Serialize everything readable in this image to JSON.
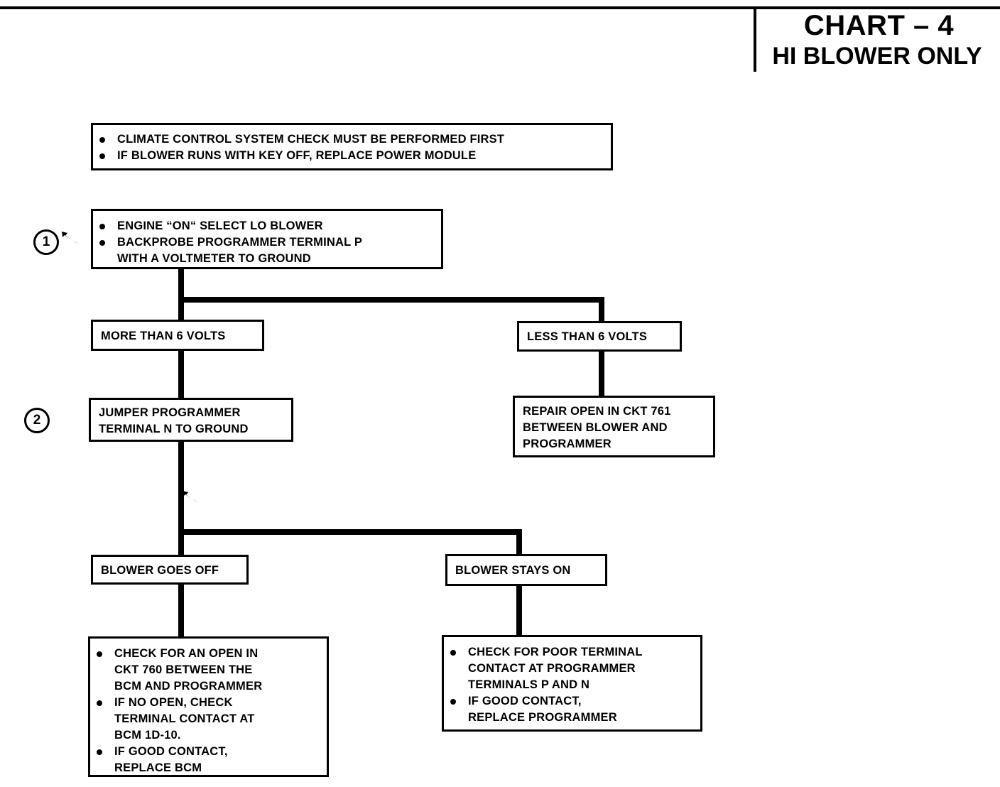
{
  "header": {
    "title": "CHART – 4",
    "subtitle": "HI BLOWER ONLY"
  },
  "chart_data": {
    "type": "diagram",
    "title": "CHART – 4 HI BLOWER ONLY",
    "nodes": [
      {
        "id": "prereq",
        "kind": "note-box",
        "bullets": [
          [
            "CLIMATE CONTROL SYSTEM CHECK MUST BE  PERFORMED FIRST"
          ],
          [
            "IF BLOWER RUNS WITH KEY OFF, REPLACE POWER MODULE"
          ]
        ]
      },
      {
        "id": "step1",
        "kind": "action-box",
        "step": "1",
        "bullets": [
          [
            "ENGINE “ON“ SELECT LO BLOWER"
          ],
          [
            "BACKPROBE  PROGRAMMER TERMINAL P",
            "WITH A VOLTMETER TO GROUND"
          ]
        ]
      },
      {
        "id": "more6",
        "kind": "result-label",
        "text": "MORE THAN 6 VOLTS"
      },
      {
        "id": "less6",
        "kind": "result-label",
        "text": "LESS THAN 6 VOLTS"
      },
      {
        "id": "step2",
        "kind": "action-box",
        "step": "2",
        "lines": [
          "JUMPER PROGRAMMER",
          "TERMINAL N TO GROUND"
        ]
      },
      {
        "id": "repair761",
        "kind": "action-box",
        "lines": [
          "REPAIR OPEN IN CKT 761",
          "BETWEEN BLOWER AND",
          " PROGRAMMER"
        ]
      },
      {
        "id": "blower-off",
        "kind": "result-label",
        "text": "BLOWER GOES OFF"
      },
      {
        "id": "blower-on",
        "kind": "result-label",
        "text": "BLOWER STAYS ON"
      },
      {
        "id": "bcm-box",
        "kind": "action-box",
        "bullets": [
          [
            "CHECK FOR AN OPEN IN",
            "CKT 760  BETWEEN THE",
            "BCM  AND PROGRAMMER"
          ],
          [
            "IF NO OPEN, CHECK",
            "TERMINAL CONTACT AT",
            "BCM 1D-10."
          ],
          [
            "IF GOOD CONTACT,",
            "REPLACE BCM"
          ]
        ]
      },
      {
        "id": "programmer-box",
        "kind": "action-box",
        "bullets": [
          [
            "CHECK FOR POOR TERMINAL",
            "CONTACT AT PROGRAMMER",
            "TERMINALS P AND N"
          ],
          [
            "IF GOOD CONTACT,",
            "REPLACE PROGRAMMER"
          ]
        ]
      }
    ],
    "edges": [
      {
        "from": "step1",
        "to": "more6"
      },
      {
        "from": "step1",
        "to": "less6"
      },
      {
        "from": "more6",
        "to": "step2"
      },
      {
        "from": "less6",
        "to": "repair761"
      },
      {
        "from": "step2",
        "to": "blower-off"
      },
      {
        "from": "step2",
        "to": "blower-on"
      },
      {
        "from": "blower-off",
        "to": "bcm-box"
      },
      {
        "from": "blower-on",
        "to": "programmer-box"
      }
    ]
  },
  "boxes": {
    "prereq": {
      "b1l1": "CLIMATE CONTROL SYSTEM CHECK MUST BE  PERFORMED FIRST",
      "b2l1": "IF BLOWER RUNS WITH KEY OFF, REPLACE POWER MODULE"
    },
    "step1": {
      "marker": "1",
      "b1l1": "ENGINE “ON“ SELECT LO BLOWER",
      "b2l1": "BACKPROBE  PROGRAMMER TERMINAL P",
      "b2l2": "WITH A VOLTMETER TO GROUND"
    },
    "more6": {
      "text": "MORE THAN 6 VOLTS"
    },
    "less6": {
      "text": "LESS THAN 6 VOLTS"
    },
    "step2": {
      "marker": "2",
      "l1": "JUMPER PROGRAMMER",
      "l2": "TERMINAL N TO GROUND"
    },
    "repair761": {
      "l1": "REPAIR OPEN IN CKT 761",
      "l2": "BETWEEN BLOWER AND",
      "l3": " PROGRAMMER"
    },
    "blower_off": {
      "text": "BLOWER GOES OFF"
    },
    "blower_on": {
      "text": "BLOWER STAYS ON"
    },
    "bcm": {
      "b1l1": "CHECK FOR AN OPEN IN",
      "b1l2": "CKT 760  BETWEEN THE",
      "b1l3": "BCM  AND PROGRAMMER",
      "b2l1": "IF NO OPEN, CHECK",
      "b2l2": "TERMINAL CONTACT AT",
      "b2l3": "BCM 1D-10.",
      "b3l1": "IF GOOD CONTACT,",
      "b3l2": "REPLACE BCM"
    },
    "programmer": {
      "b1l1": "CHECK FOR POOR TERMINAL",
      "b1l2": "CONTACT AT PROGRAMMER",
      "b1l3": "TERMINALS P AND N",
      "b2l1": "IF GOOD CONTACT,",
      "b2l2": "REPLACE PROGRAMMER"
    }
  },
  "colors": {
    "ink": "#000000",
    "paper": "#ffffff"
  }
}
